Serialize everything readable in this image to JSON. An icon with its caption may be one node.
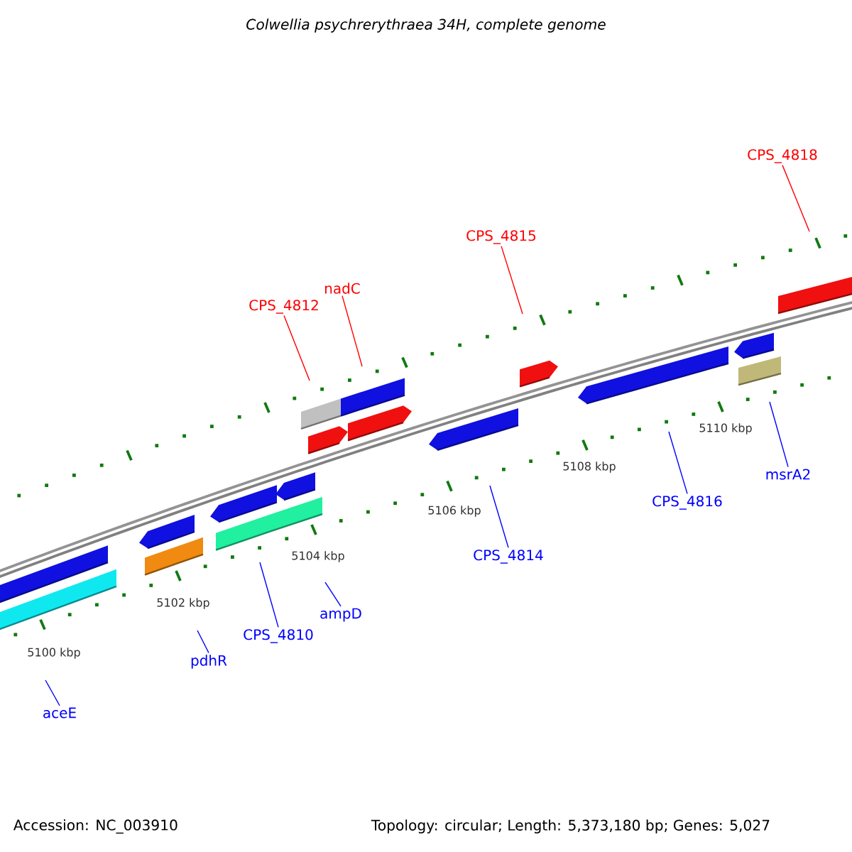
{
  "diagram": {
    "title": "Colwellia psychrerythraea 34H, complete genome",
    "nodes": [
      {
        "text": [
          "CPS_4818"
        ]
      },
      {
        "text": [
          "CPS_4815"
        ]
      },
      {
        "text": [
          "nadC"
        ]
      },
      {
        "text": [
          "CPS_4812"
        ]
      },
      {
        "text": [
          "msrA2"
        ]
      },
      {
        "text": [
          "CPS_4816"
        ]
      },
      {
        "text": [
          "CPS_4814"
        ]
      },
      {
        "text": [
          "ampD"
        ]
      },
      {
        "text": [
          "CPS_4810"
        ]
      },
      {
        "text": [
          "pdhR"
        ]
      },
      {
        "text": [
          "aceE"
        ]
      }
    ],
    "edges": [
      {
        "from": 0,
        "to": null,
        "arrow": "none",
        "color": "#ff0000"
      },
      {
        "from": 1,
        "to": null,
        "arrow": "none",
        "color": "#ff0000"
      },
      {
        "from": 2,
        "to": null,
        "arrow": "none",
        "color": "#ff0000"
      },
      {
        "from": 3,
        "to": null,
        "arrow": "none",
        "color": "#ff0000"
      },
      {
        "from": 4,
        "to": null,
        "arrow": "none"
      },
      {
        "from": 5,
        "to": null,
        "arrow": "none"
      },
      {
        "from": 6,
        "to": null,
        "arrow": "none"
      },
      {
        "from": 7,
        "to": null,
        "arrow": "none"
      },
      {
        "from": 8,
        "to": null,
        "arrow": "none"
      },
      {
        "from": 9,
        "to": null,
        "arrow": "none"
      },
      {
        "from": 10,
        "to": null,
        "arrow": "none"
      }
    ],
    "labels": [
      "5100 kbp",
      "5102 kbp",
      "5104 kbp",
      "5106 kbp",
      "5108 kbp",
      "5110 kbp",
      "Accession: NC_003910",
      "Topology: circular; Length: 5,373,180 bp; Genes: 5,027"
    ]
  }
}
